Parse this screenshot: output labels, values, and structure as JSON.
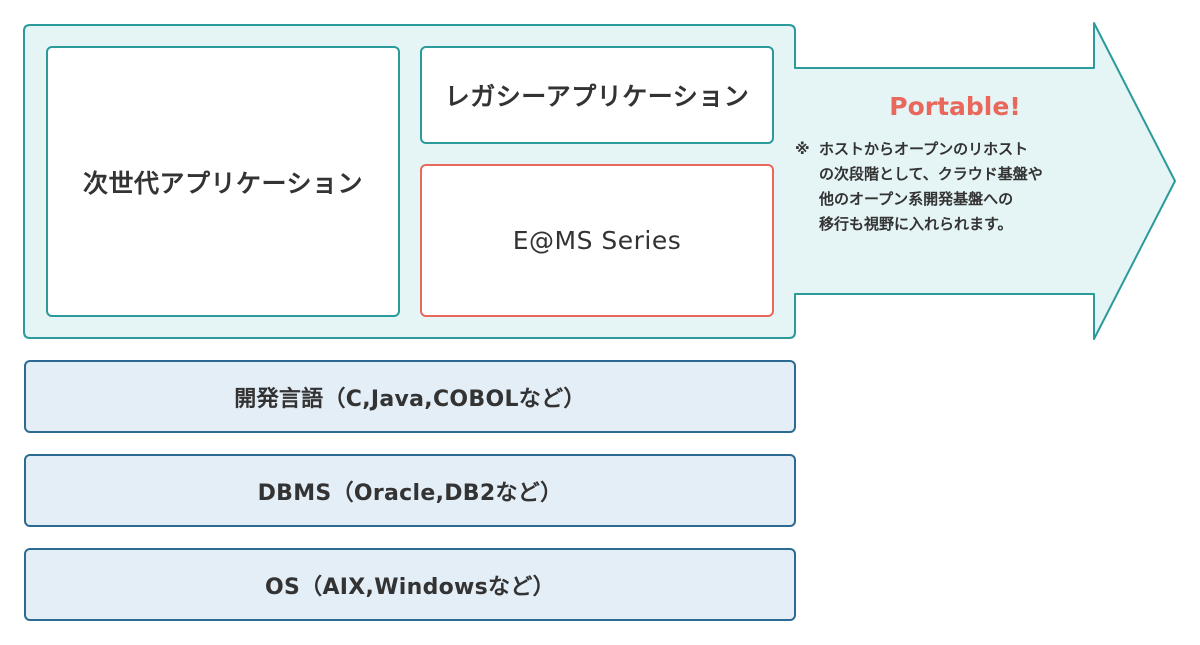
{
  "diagram": {
    "application_layer": {
      "next_gen_app": "次世代アプリケーション",
      "legacy_app": "レガシーアプリケーション",
      "ems_series": "E@MS Series"
    },
    "portable": {
      "title": "Portable!",
      "note_mark": "※",
      "note_lines": [
        "ホストからオープンのリホスト",
        "の次段階として、クラウド基盤や",
        "他のオープン系開発基盤への",
        "移行も視野に入れられます。"
      ]
    },
    "layers": [
      "開発言語（C,Java,COBOLなど）",
      "DBMS（Oracle,DB2など）",
      "OS（AIX,Windowsなど）"
    ]
  },
  "colors": {
    "teal_border": "#2a9a9a",
    "teal_fill": "#e5f4f5",
    "accent_red": "#e8685c",
    "layer_fill": "#e4eef7",
    "layer_border": "#2d6a91"
  }
}
